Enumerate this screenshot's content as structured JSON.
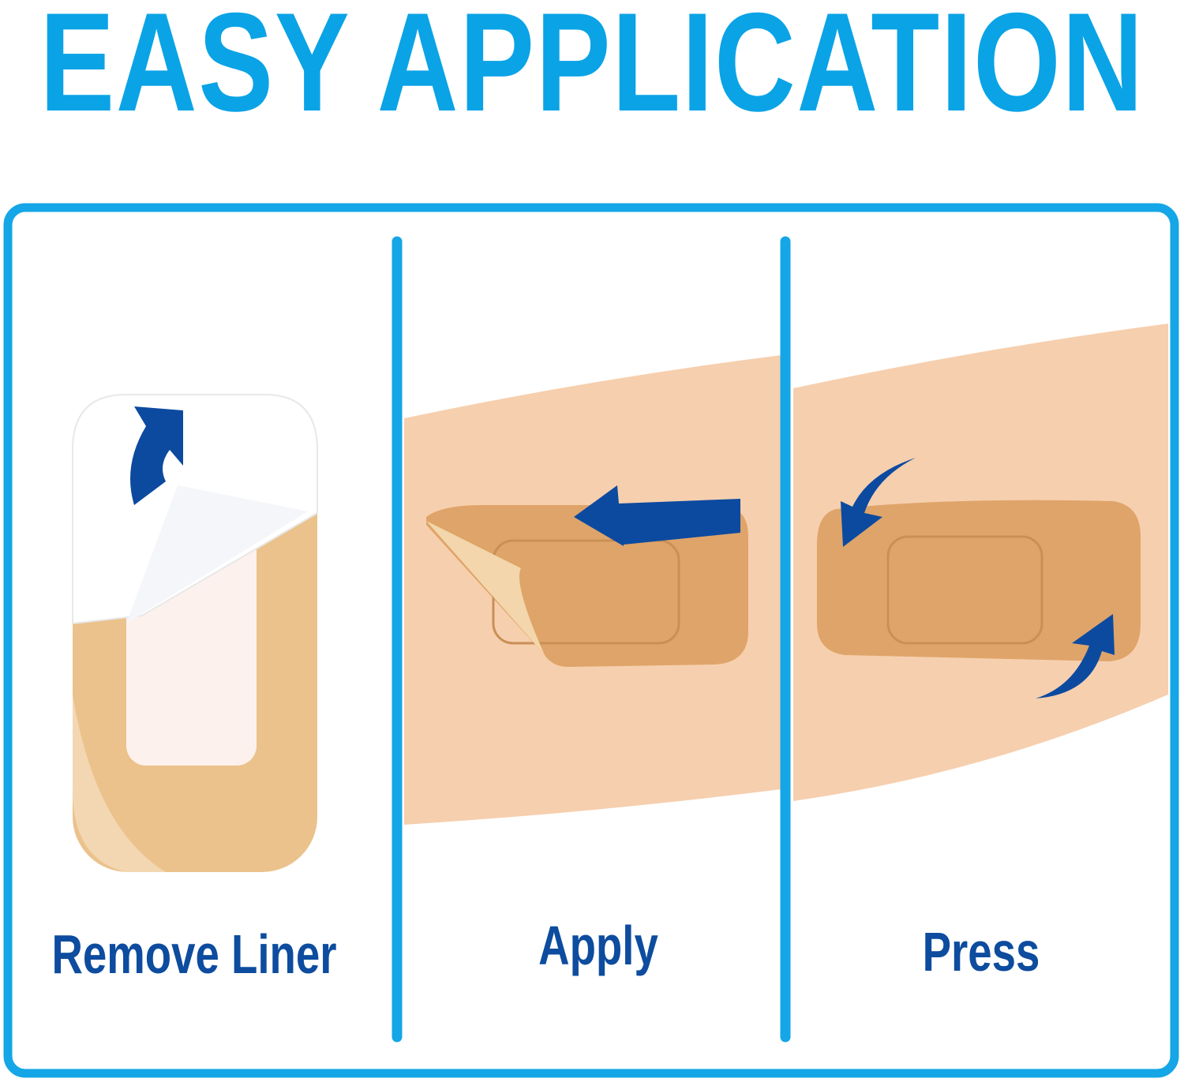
{
  "title": "EASY APPLICATION",
  "steps": [
    {
      "label": "Remove Liner"
    },
    {
      "label": "Apply"
    },
    {
      "label": "Press"
    }
  ],
  "colors": {
    "title": "#0aa3e6",
    "frame": "#14a6e6",
    "label": "#0d4c9e",
    "arrow": "#0c4aa0",
    "skin": "#f6cfae",
    "bandage": "#e0a66a"
  }
}
